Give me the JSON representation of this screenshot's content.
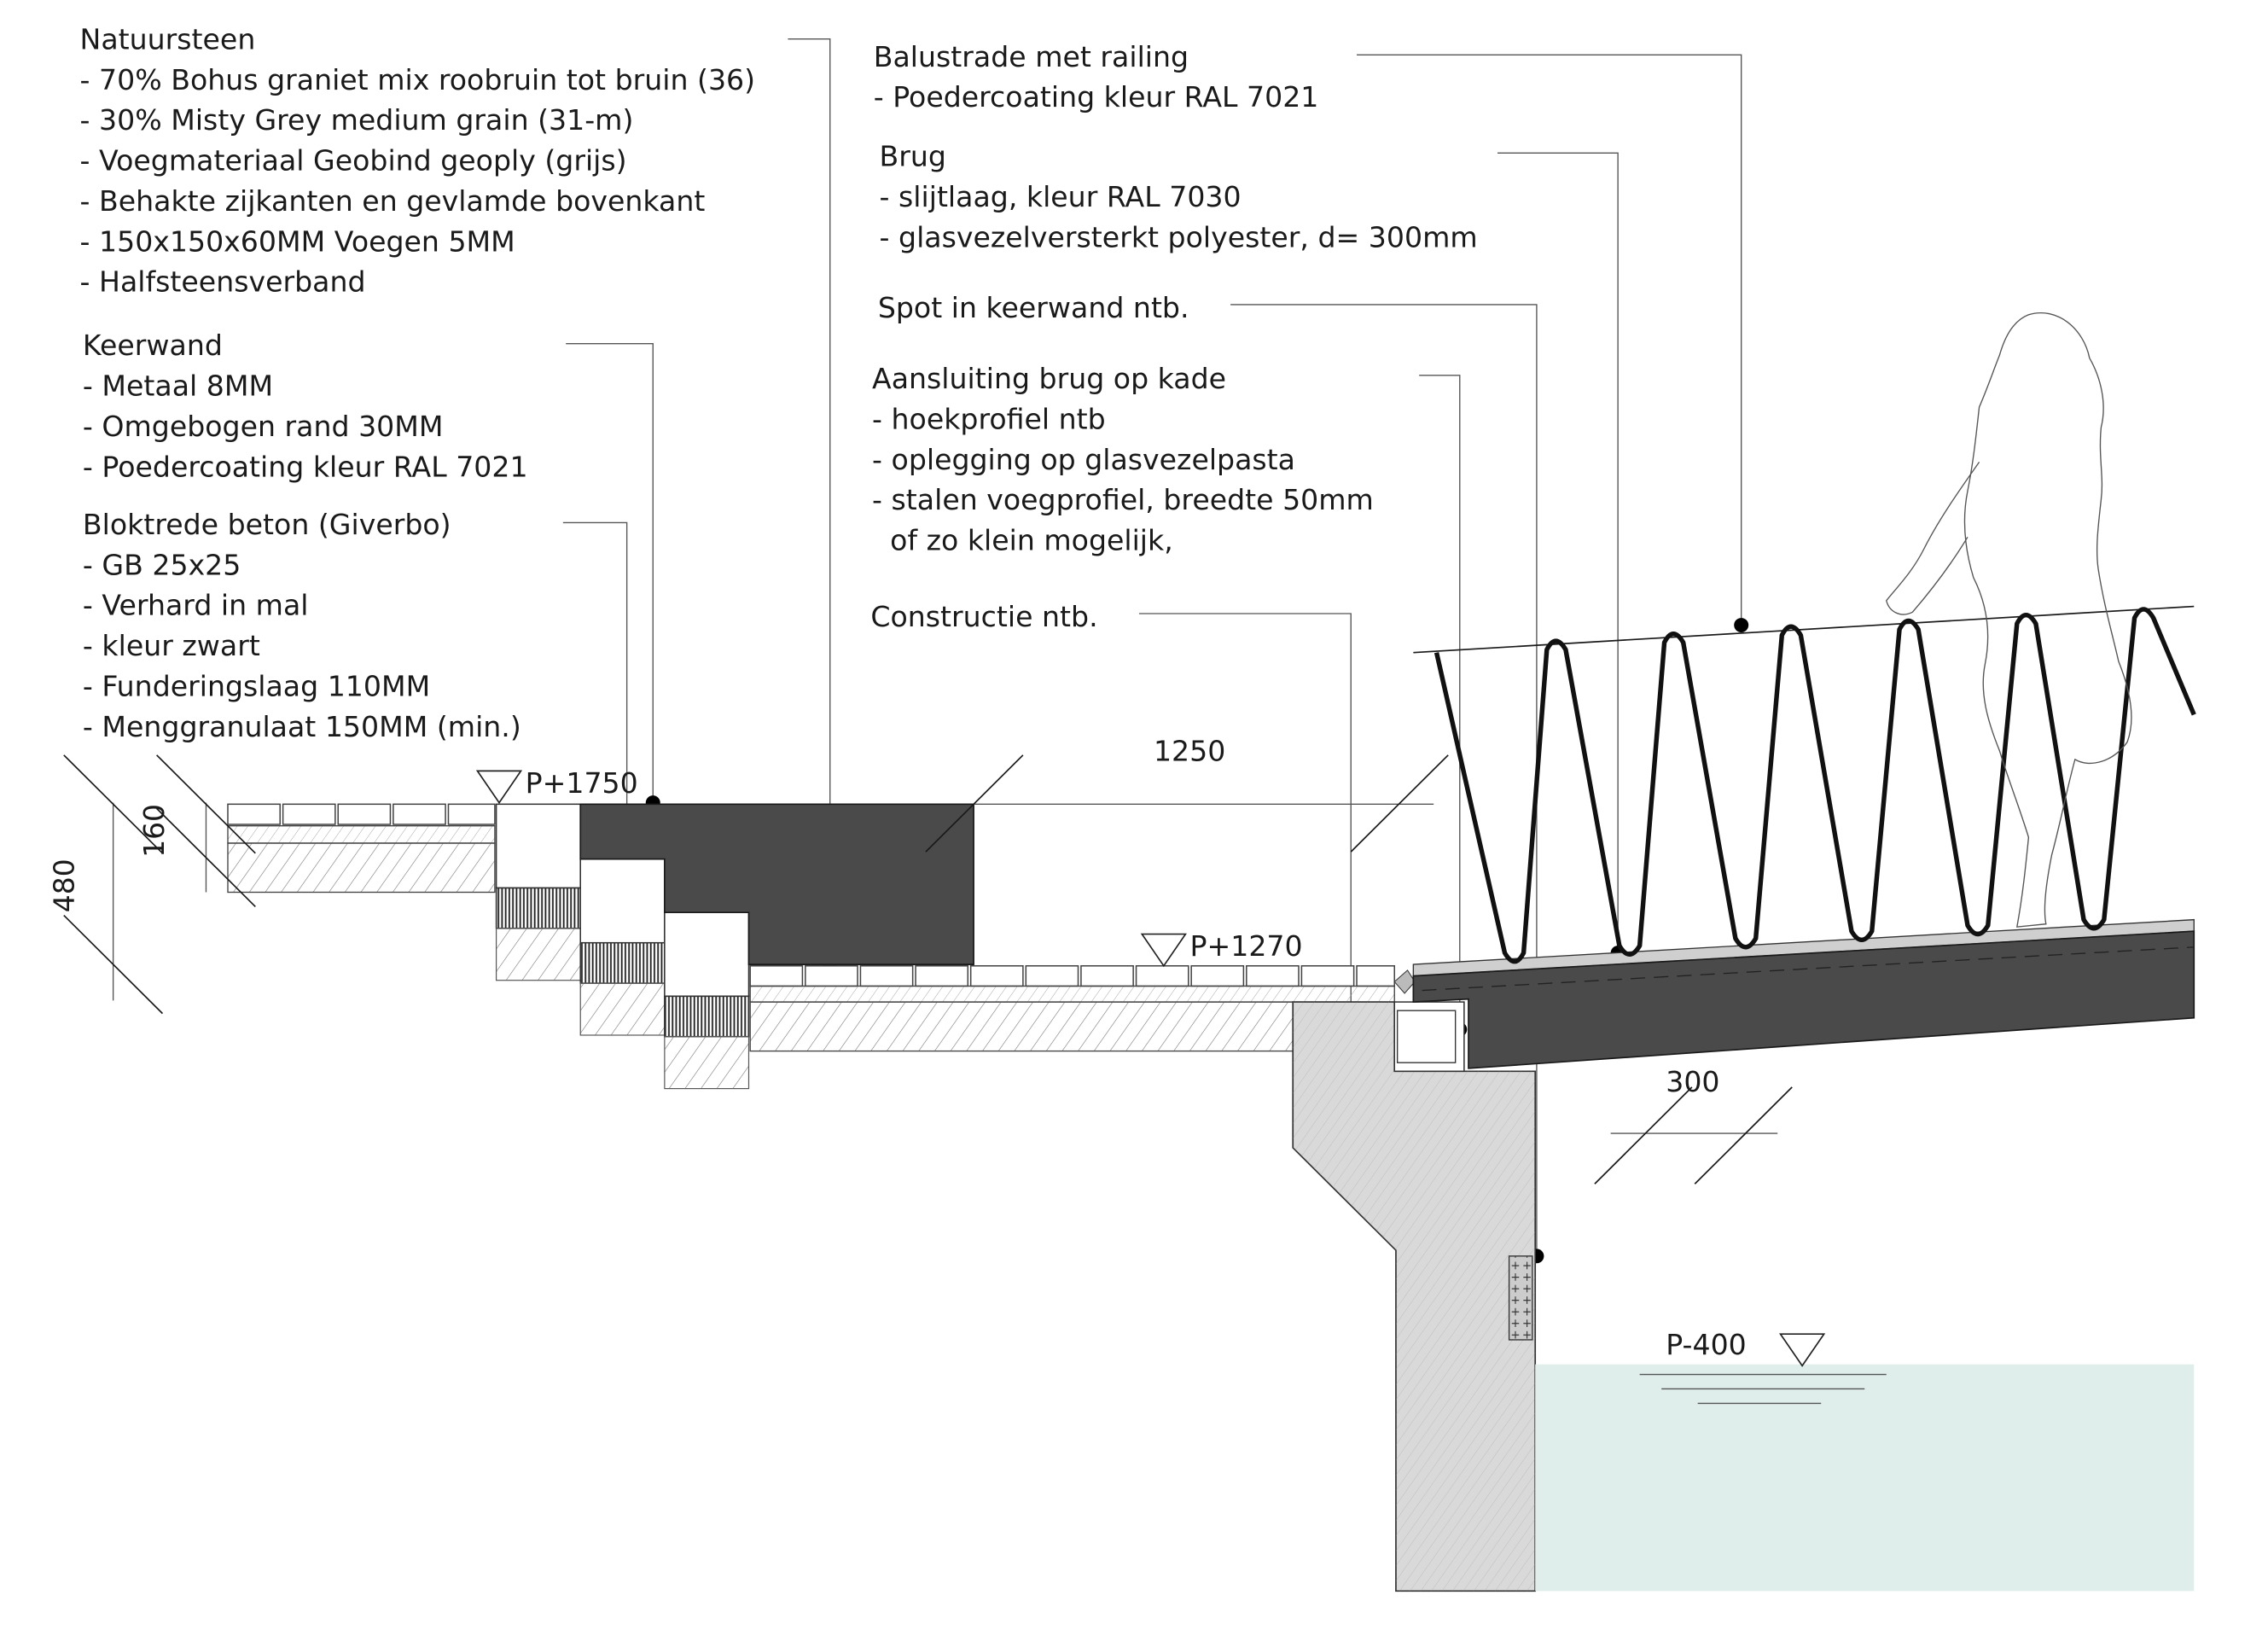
{
  "labels": {
    "natuursteen": {
      "title": "Natuursteen",
      "lines": [
        "- 70% Bohus graniet mix roobruin tot bruin (36)",
        "- 30% Misty Grey medium grain (31-m)",
        "- Voegmateriaal Geobind geoply (grijs)",
        "- Behakte zijkanten en gevlamde bovenkant",
        "- 150x150x60MM Voegen 5MM",
        "- Halfsteensverband"
      ]
    },
    "keerwand": {
      "title": "Keerwand",
      "lines": [
        "- Metaal  8MM",
        "- Omgebogen rand 30MM",
        "- Poedercoating kleur RAL 7021"
      ]
    },
    "bloktrede": {
      "title": "Bloktrede beton (Giverbo)",
      "lines": [
        "- GB 25x25",
        "- Verhard in mal",
        "- kleur zwart",
        "- Funderingslaag 110MM",
        "- Menggranulaat 150MM (min.)"
      ]
    },
    "balustrade": {
      "title": "Balustrade met railing",
      "lines": [
        "- Poedercoating kleur RAL 7021"
      ]
    },
    "brug": {
      "title": "Brug",
      "lines": [
        "- slijtlaag, kleur RAL 7030",
        "- glasvezelversterkt polyester, d= 300mm"
      ]
    },
    "spot": {
      "title": "Spot in keerwand ntb."
    },
    "aansluiting": {
      "title": "Aansluiting brug op kade",
      "lines": [
        "- hoekprofiel ntb",
        "- oplegging op glasvezelpasta",
        "- stalen voegprofiel, breedte 50mm",
        "  of zo klein mogelijk,"
      ]
    },
    "constructie": {
      "title": "Constructie ntb."
    }
  },
  "levels": {
    "p1750": "P+1750",
    "p1270": "P+1270",
    "pmin400": "P-400"
  },
  "dimensions": {
    "d1250": "1250",
    "d300": "300",
    "d480": "480",
    "d160": "160"
  },
  "colors": {
    "dark_fill": "#4a4a4a",
    "concrete_fill": "#d9d9d9",
    "water_fill": "#dfeeeb",
    "line": "#1a1a1a"
  }
}
